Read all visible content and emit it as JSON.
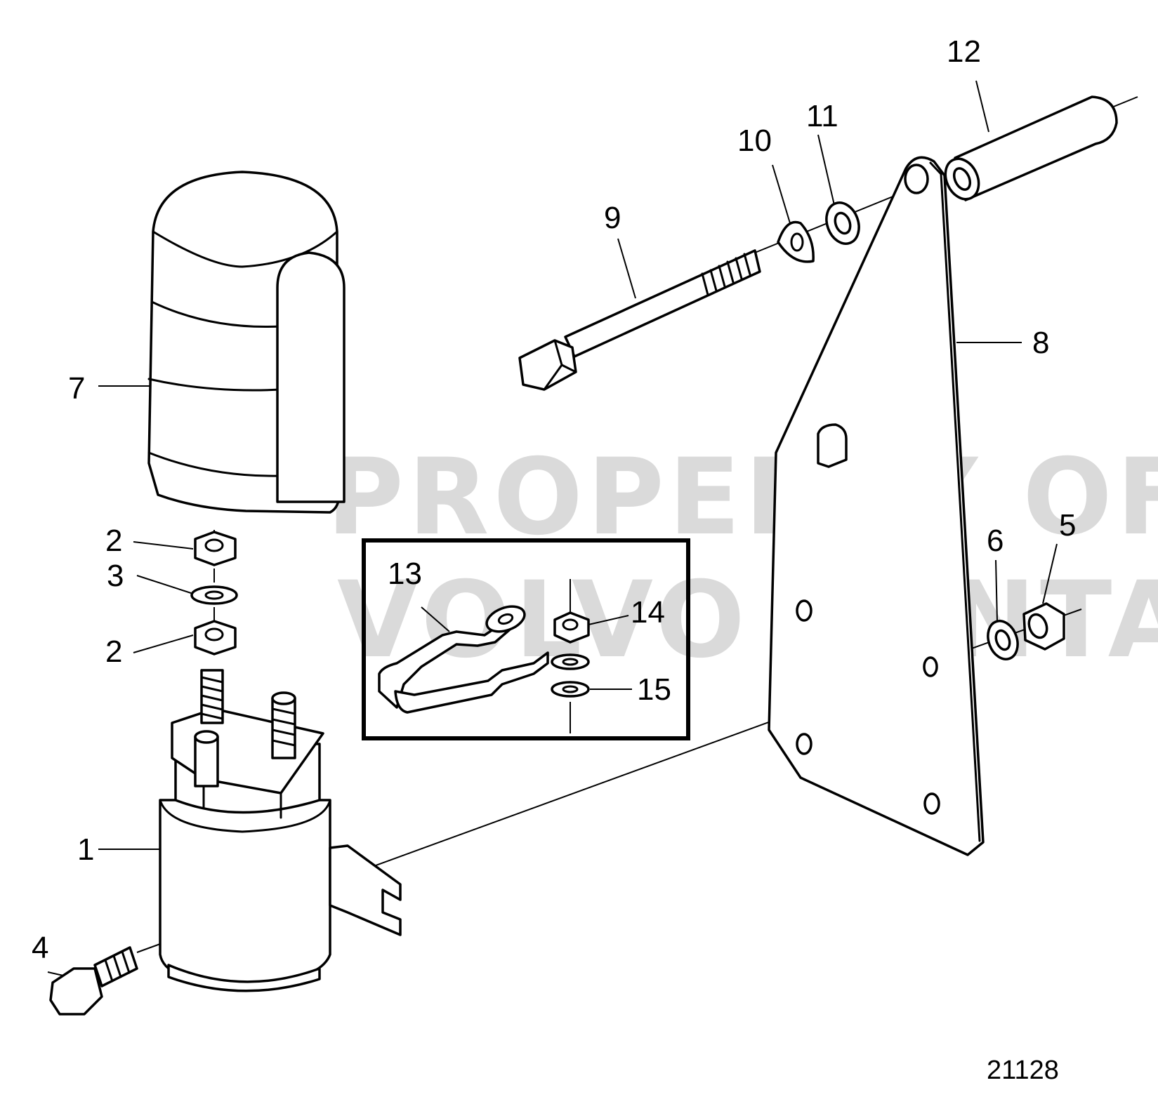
{
  "diagram": {
    "figure_number": "21128",
    "watermark_line1": "PROPERTY OF",
    "watermark_line2": "VOLVO PENTA",
    "callouts": [
      "1",
      "2",
      "2",
      "3",
      "4",
      "5",
      "6",
      "7",
      "8",
      "9",
      "10",
      "11",
      "12",
      "13",
      "14",
      "15"
    ]
  }
}
